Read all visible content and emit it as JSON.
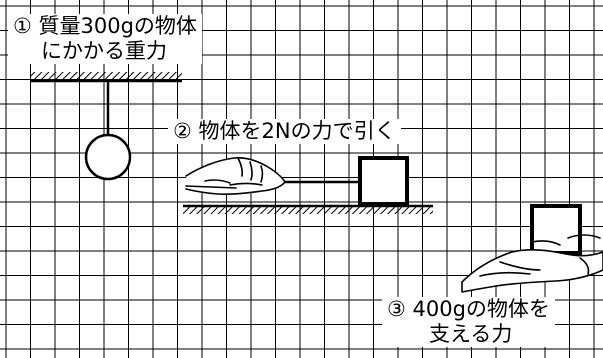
{
  "labels": {
    "label1": {
      "line1": "① 質量300gの物体",
      "line2": "にかかる重力"
    },
    "label2": {
      "line1": "② 物体を2Nの力で引く"
    },
    "label3": {
      "line1": "③ 400gの物体を",
      "line2": "支える力"
    }
  },
  "colors": {
    "line": "#000000",
    "background": "#ffffff",
    "grid": "#000000"
  },
  "icons": {
    "hand_pulling": "hand-pulling-icon",
    "hand_holding": "hand-holding-icon"
  }
}
